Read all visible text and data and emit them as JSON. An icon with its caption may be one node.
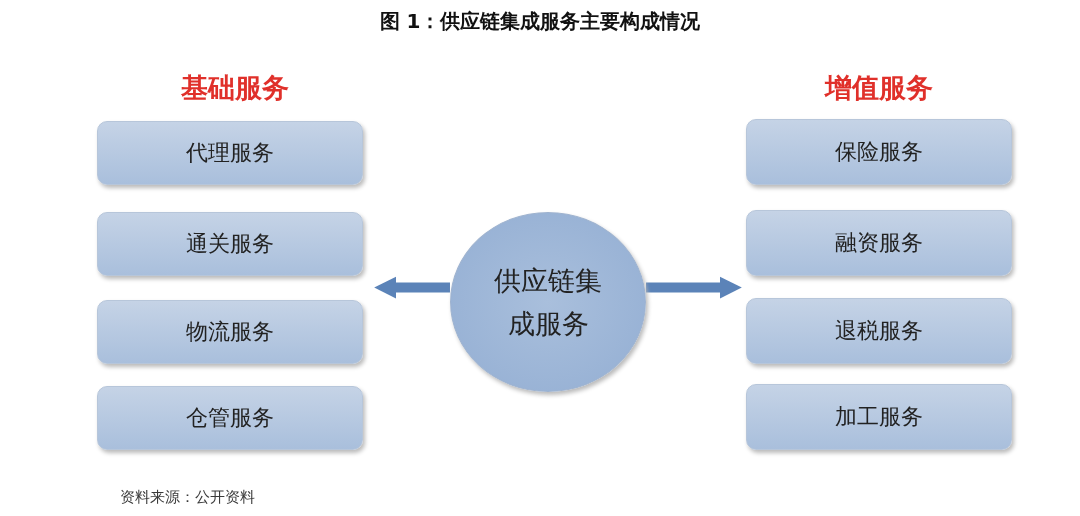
{
  "diagram": {
    "title": "图 1：供应链集成服务主要构成情况",
    "nodes": [
      {
        "text": [
          "供应链集成服务"
        ]
      },
      {
        "text": [
          "基础服务"
        ]
      },
      {
        "text": [
          "代理服务"
        ],
        "in": 1
      },
      {
        "text": [
          "通关服务"
        ],
        "in": 1
      },
      {
        "text": [
          "物流服务"
        ],
        "in": 1
      },
      {
        "text": [
          "仓管服务"
        ],
        "in": 1
      },
      {
        "text": [
          "增值服务"
        ]
      },
      {
        "text": [
          "保险服务"
        ],
        "in": 6
      },
      {
        "text": [
          "融资服务"
        ],
        "in": 6
      },
      {
        "text": [
          "退税服务"
        ],
        "in": 6
      },
      {
        "text": [
          "加工服务"
        ],
        "in": 6
      }
    ],
    "edges": [
      {
        "from": 0,
        "to": 1,
        "arrow": "to"
      },
      {
        "from": 0,
        "to": 6,
        "arrow": "to"
      }
    ],
    "labels": [
      "资料来源：公开资料"
    ]
  }
}
